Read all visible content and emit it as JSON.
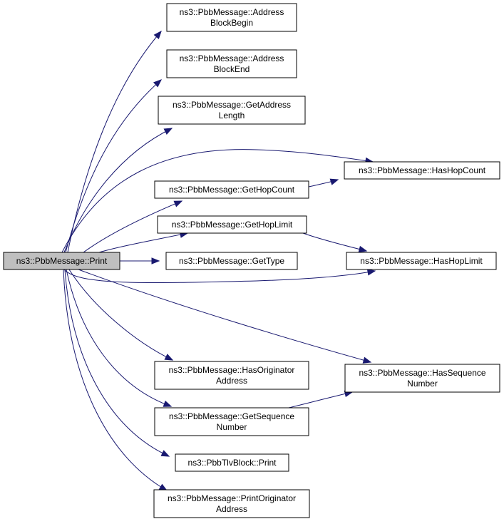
{
  "diagram": {
    "type": "call-graph",
    "colors": {
      "root_fill": "#bfbfbf",
      "node_fill": "#ffffff",
      "node_border": "#000000",
      "edge": "#191970"
    },
    "nodes": [
      {
        "id": "print",
        "lines": [
          "ns3::PbbMessage::Print"
        ],
        "root": true
      },
      {
        "id": "abb",
        "lines": [
          "ns3::PbbMessage::Address",
          "BlockBegin"
        ]
      },
      {
        "id": "abe",
        "lines": [
          "ns3::PbbMessage::Address",
          "BlockEnd"
        ]
      },
      {
        "id": "gal",
        "lines": [
          "ns3::PbbMessage::GetAddress",
          "Length"
        ]
      },
      {
        "id": "hhc",
        "lines": [
          "ns3::PbbMessage::HasHopCount"
        ]
      },
      {
        "id": "ghc",
        "lines": [
          "ns3::PbbMessage::GetHopCount"
        ]
      },
      {
        "id": "ghl",
        "lines": [
          "ns3::PbbMessage::GetHopLimit"
        ]
      },
      {
        "id": "gt",
        "lines": [
          "ns3::PbbMessage::GetType"
        ]
      },
      {
        "id": "hhl",
        "lines": [
          "ns3::PbbMessage::HasHopLimit"
        ]
      },
      {
        "id": "hoa",
        "lines": [
          "ns3::PbbMessage::HasOriginator",
          "Address"
        ]
      },
      {
        "id": "hsn",
        "lines": [
          "ns3::PbbMessage::HasSequence",
          "Number"
        ]
      },
      {
        "id": "gsn",
        "lines": [
          "ns3::PbbMessage::GetSequence",
          "Number"
        ]
      },
      {
        "id": "tlvp",
        "lines": [
          "ns3::PbbTlvBlock::Print"
        ]
      },
      {
        "id": "poa",
        "lines": [
          "ns3::PbbMessage::PrintOriginator",
          "Address"
        ]
      }
    ],
    "edges": [
      {
        "from": "print",
        "to": "abb"
      },
      {
        "from": "print",
        "to": "abe"
      },
      {
        "from": "print",
        "to": "gal"
      },
      {
        "from": "print",
        "to": "hhc"
      },
      {
        "from": "print",
        "to": "ghc"
      },
      {
        "from": "print",
        "to": "ghl"
      },
      {
        "from": "print",
        "to": "gt"
      },
      {
        "from": "print",
        "to": "hhl"
      },
      {
        "from": "print",
        "to": "hsn"
      },
      {
        "from": "print",
        "to": "hoa"
      },
      {
        "from": "print",
        "to": "gsn"
      },
      {
        "from": "print",
        "to": "tlvp"
      },
      {
        "from": "print",
        "to": "poa"
      },
      {
        "from": "ghc",
        "to": "hhc"
      },
      {
        "from": "ghl",
        "to": "hhl"
      },
      {
        "from": "gsn",
        "to": "hsn"
      }
    ]
  }
}
